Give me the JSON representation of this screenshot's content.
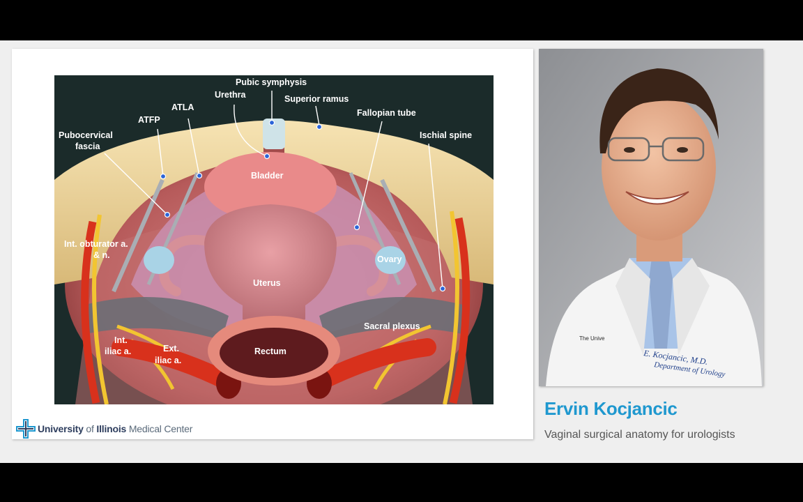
{
  "slide": {
    "anatomy_labels": {
      "pubic_symphysis": "Pubic symphysis",
      "urethra": "Urethra",
      "superior_ramus": "Superior ramus",
      "atla": "ATLA",
      "atfp": "ATFP",
      "fallopian_tube": "Fallopian tube",
      "pubocervical_1": "Pubocervical",
      "pubocervical_2": "fascia",
      "ischial_spine": "Ischial spine",
      "bladder": "Bladder",
      "int_obturator_1": "Int. obturator a.",
      "int_obturator_2": "& n.",
      "ovary": "Ovary",
      "uterus": "Uterus",
      "sacral_plexus": "Sacral plexus",
      "int_iliac_1": "Int.",
      "int_iliac_2": "iliac a.",
      "ext_iliac_1": "Ext.",
      "ext_iliac_2": "iliac a.",
      "rectum": "Rectum"
    },
    "logo": {
      "university": "University",
      "of": "of",
      "illinois": "Illinois",
      "medical_center": "Medical Center"
    }
  },
  "photo": {
    "coat_text_1": "E. Kocjancic, M.D.",
    "coat_text_2": "Department of Urology",
    "coat_text_3": "The Unive"
  },
  "speaker": {
    "name": "Ervin Kocjancic",
    "title": "Vaginal surgical anatomy for urologists"
  },
  "colors": {
    "accent": "#1f98cf",
    "figure_background": "#1b2b2a",
    "bone": "#f0d9a3",
    "artery": "#d8311c",
    "nerve": "#f2c531"
  }
}
